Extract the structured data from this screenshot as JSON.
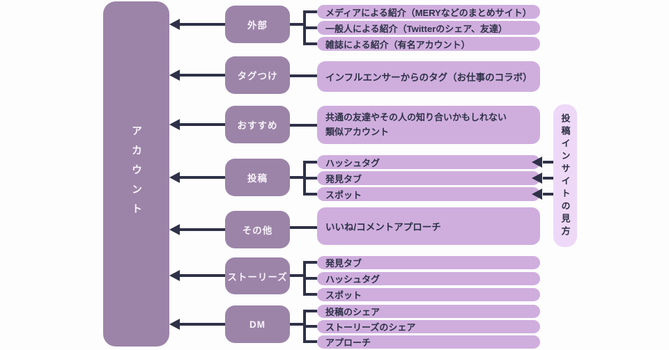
{
  "colors": {
    "node_primary": "#9c84a8",
    "leaf_bg": "#cfaede",
    "note_bg": "#eed8f7",
    "line": "#2e3147",
    "node_text": "#f8f3fa",
    "leaf_text": "#2e3147",
    "background": "#fdfdfe"
  },
  "root": {
    "label": "アカウント"
  },
  "groups": [
    {
      "label": "外部",
      "items": [
        {
          "label": "メディアによる紹介（MERYなどのまとめサイト）"
        },
        {
          "label": "一般人による紹介（Twitterのシェア、友達）"
        },
        {
          "label": "雑誌による紹介（有名アカウント）"
        }
      ]
    },
    {
      "label": "タグつけ",
      "items": [
        {
          "label": "インフルエンサーからのタグ（お仕事のコラボ）"
        }
      ]
    },
    {
      "label": "おすすめ",
      "items": [
        {
          "label": "共通の友達やその人の知り合いかもしれない",
          "label2": "類似アカウント"
        }
      ]
    },
    {
      "label": "投稿",
      "items": [
        {
          "label": "ハッシュタグ"
        },
        {
          "label": "発見タブ"
        },
        {
          "label": "スポット"
        }
      ]
    },
    {
      "label": "その他",
      "items": [
        {
          "label": "いいね/コメントアプローチ"
        }
      ]
    },
    {
      "label": "ストーリーズ",
      "items": [
        {
          "label": "発見タブ"
        },
        {
          "label": "ハッシュタグ"
        },
        {
          "label": "スポット"
        }
      ]
    },
    {
      "label": "DM",
      "items": [
        {
          "label": "投稿のシェア"
        },
        {
          "label": "ストーリーズのシェア"
        },
        {
          "label": "アプローチ"
        }
      ]
    }
  ],
  "note": {
    "label": "投稿インサイトの見方"
  }
}
